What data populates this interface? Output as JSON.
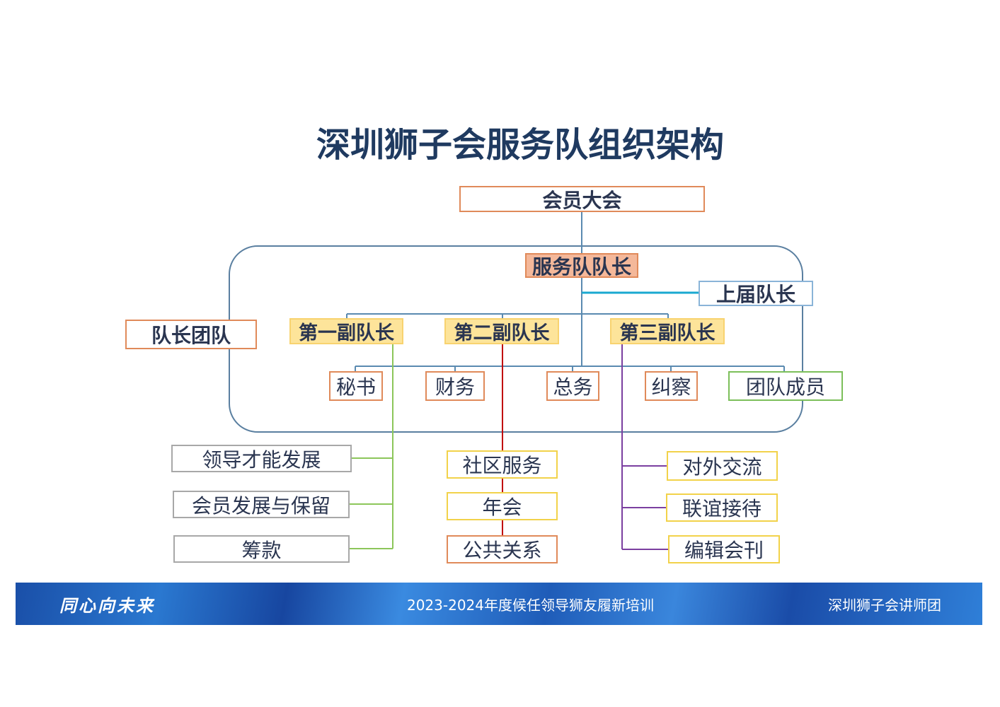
{
  "title": "深圳狮子会服务队组织架构",
  "nodes": {
    "assembly": "会员大会",
    "captain": "服务队队长",
    "past_captain": "上届队长",
    "captain_team": "队长团队",
    "vice1": "第一副队长",
    "vice2": "第二副队长",
    "vice3": "第三副队长",
    "secretary": "秘书",
    "finance": "财务",
    "general": "总务",
    "inspector": "纠察",
    "members": "团队成员",
    "leadership": "领导才能发展",
    "retention": "会员发展与保留",
    "fundraising": "筹款",
    "community": "社区服务",
    "annual": "年会",
    "pr": "公共关系",
    "external": "对外交流",
    "fellowship": "联谊接待",
    "editorial": "编辑会刊"
  },
  "footer": {
    "slogan": "同心向未来",
    "center": "2023-2024年度候任领导狮友履新培训",
    "right": "深圳狮子会讲师团"
  },
  "colors": {
    "green": "#8cc65a",
    "red": "#c00000",
    "purple": "#7b3fa0",
    "cyan": "#1aa8d0",
    "frame": "#5a7fa0"
  }
}
